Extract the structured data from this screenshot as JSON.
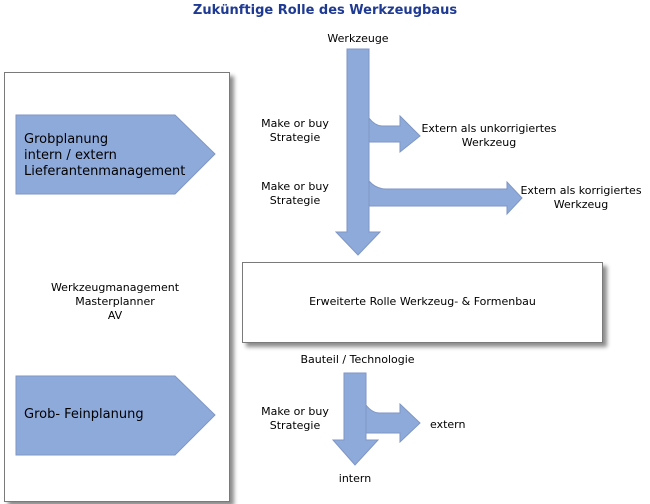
{
  "title": "Zukünftige Rolle des Werkzeugbaus",
  "colors": {
    "title": "#1f3a93",
    "arrow_fill": "#8eaadb",
    "arrow_stroke": "#7f96c4"
  },
  "left_panel": {
    "chevron_top": [
      "Grobplanung",
      "intern / extern",
      "Lieferantenmanagement"
    ],
    "center_text": [
      "Werkzeugmanagement",
      "Masterplanner",
      "AV"
    ],
    "chevron_bottom": "Grob- Feinplanung"
  },
  "flow_top": {
    "source": "Werkzeuge",
    "branch1_label": [
      "Make or buy",
      "Strategie"
    ],
    "branch1_target": [
      "Extern als unkorrigiertes",
      "Werkzeug"
    ],
    "branch2_label": [
      "Make or buy",
      "Strategie"
    ],
    "branch2_target": [
      "Extern als korrigiertes",
      "Werkzeug"
    ]
  },
  "center_box": "Erweiterte Rolle Werkzeug- & Formenbau",
  "flow_bottom": {
    "source": "Bauteil / Technologie",
    "branch_label": [
      "Make or buy",
      "Strategie"
    ],
    "branch_target": "extern",
    "end_label": "intern"
  }
}
